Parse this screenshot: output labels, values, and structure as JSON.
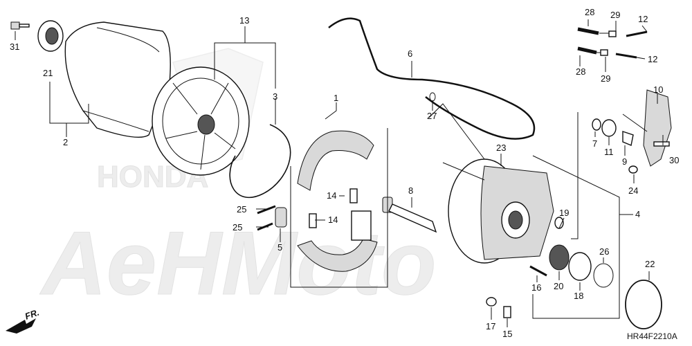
{
  "diagram": {
    "code": "HR44F2210A",
    "front_indicator": "FR.",
    "watermark_brand": "HONDA",
    "watermark_text": "AeHMoto",
    "callouts": {
      "c1": "1",
      "c2": "2",
      "c3": "3",
      "c4": "4",
      "c5": "5",
      "c6": "6",
      "c7": "7",
      "c8": "8",
      "c9": "9",
      "c10": "10",
      "c11": "11",
      "c12a": "12",
      "c12b": "12",
      "c13": "13",
      "c14a": "14",
      "c14b": "14",
      "c15": "15",
      "c16": "16",
      "c17": "17",
      "c18": "18",
      "c19": "19",
      "c20": "20",
      "c21": "21",
      "c22": "22",
      "c23": "23",
      "c24": "24",
      "c25a": "25",
      "c25b": "25",
      "c26": "26",
      "c27": "27",
      "c28a": "28",
      "c28b": "28",
      "c29a": "29",
      "c29b": "29",
      "c30": "30",
      "c31": "31"
    }
  }
}
